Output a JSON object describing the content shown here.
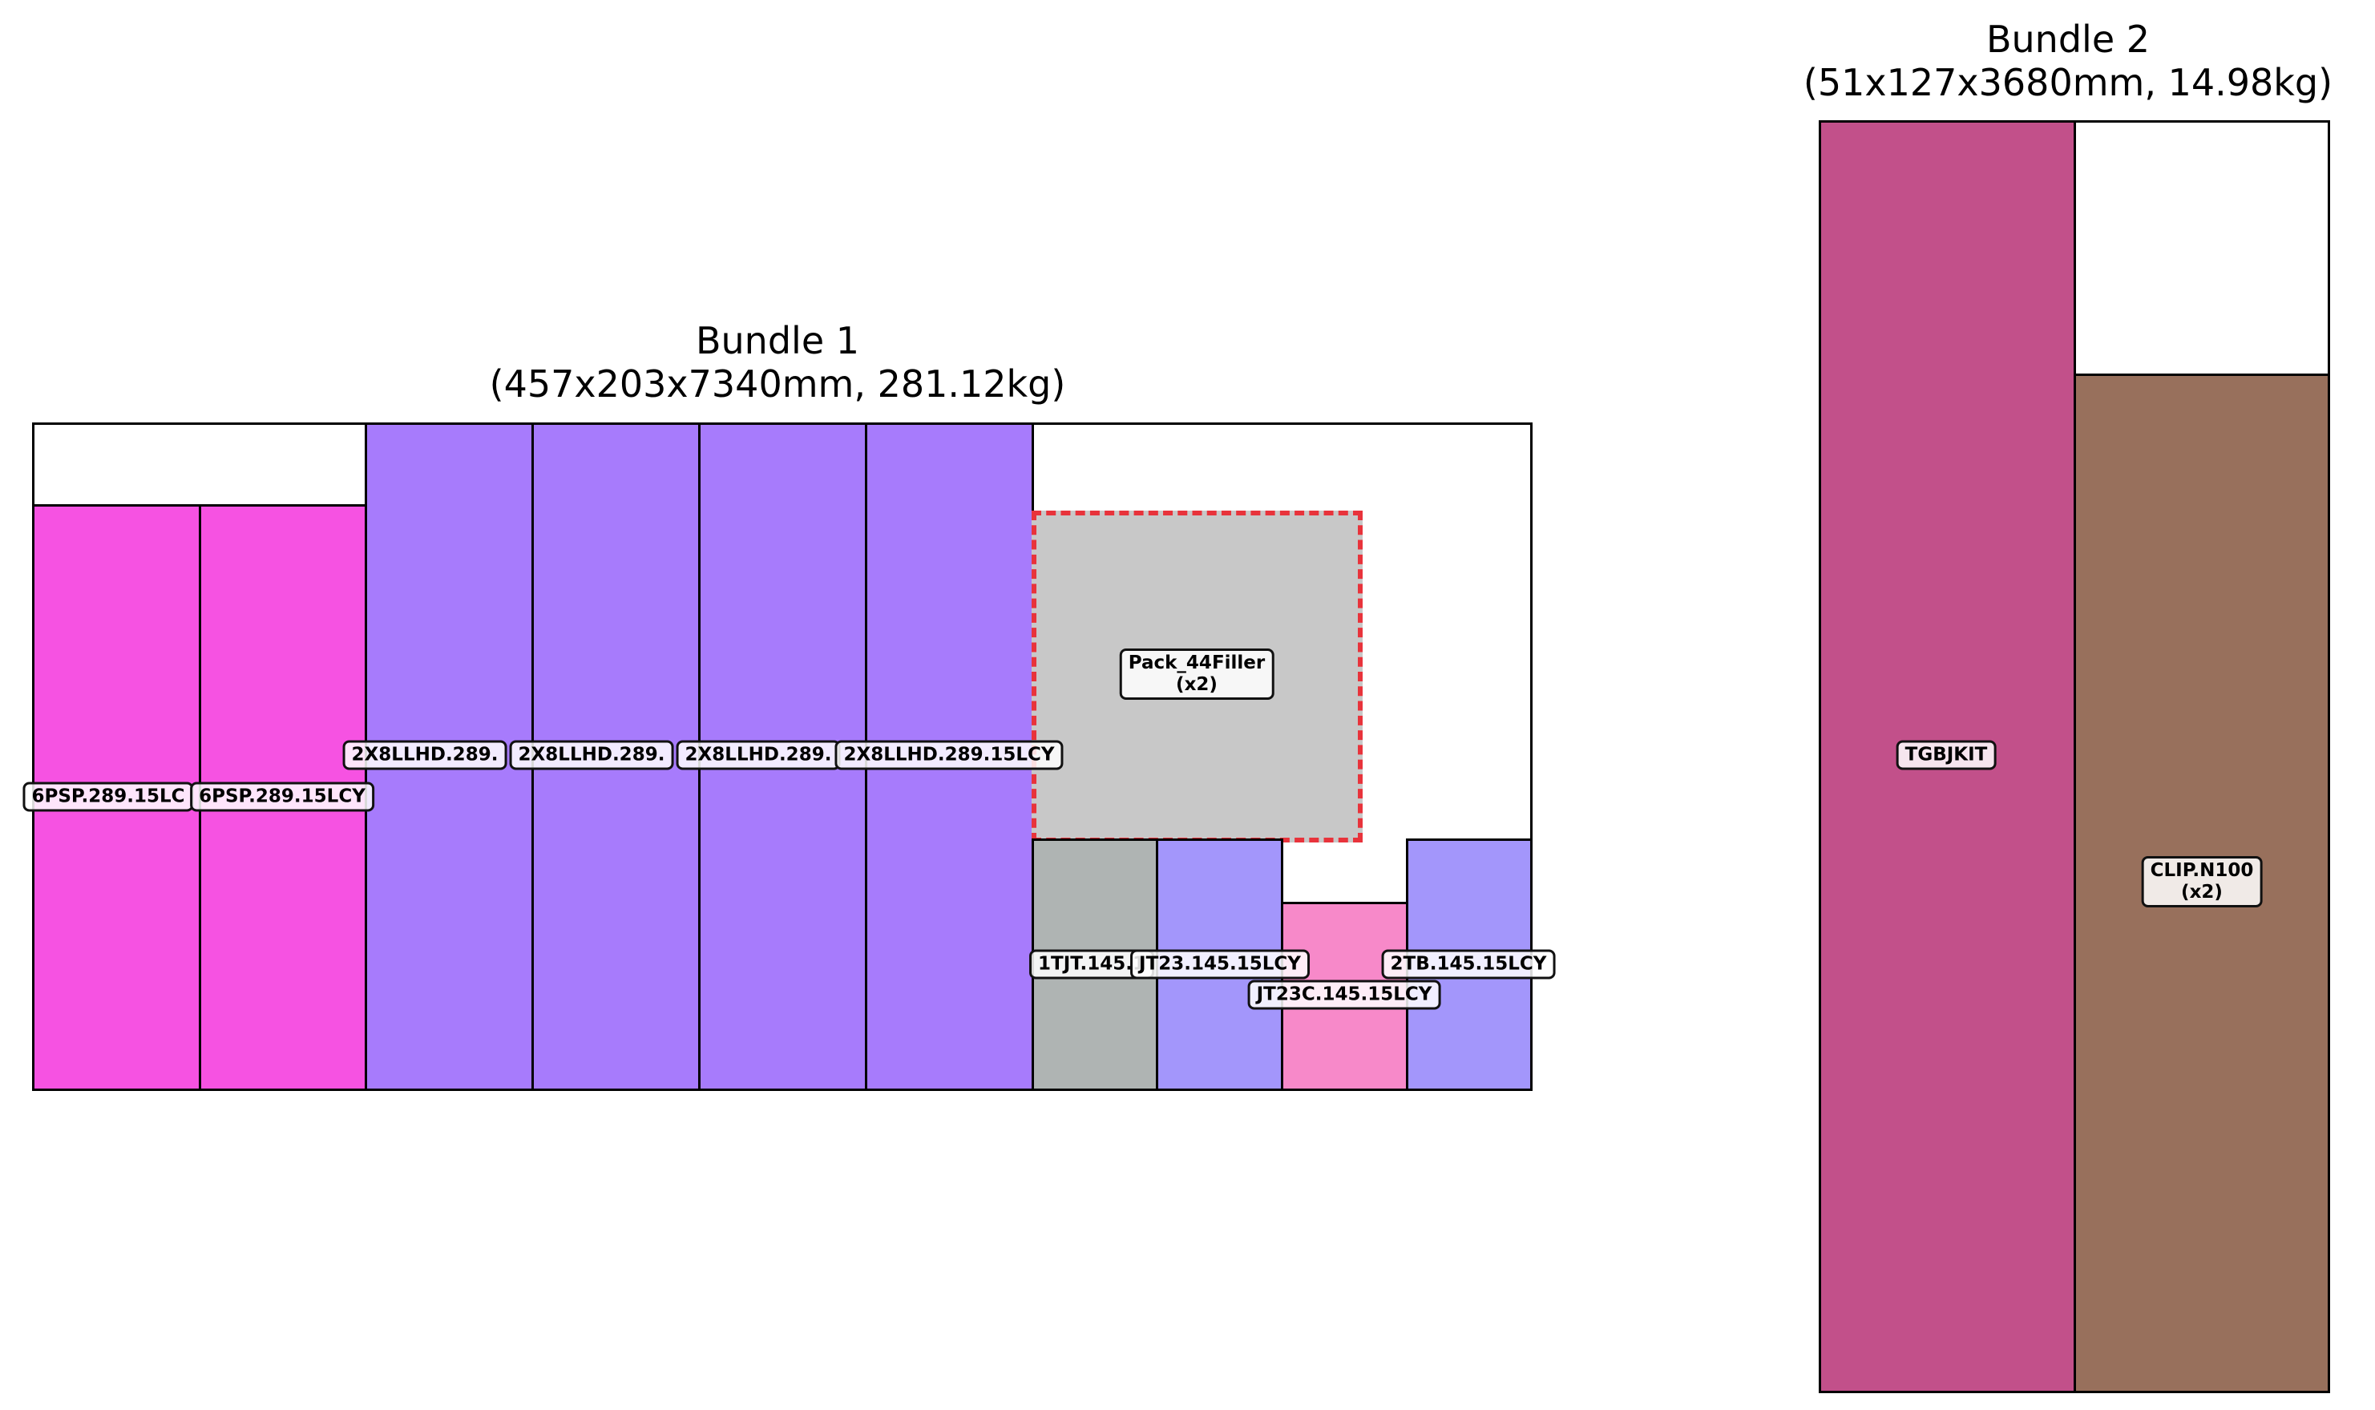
{
  "diagram": {
    "bundles": [
      {
        "title": "Bundle 1",
        "subtitle": "(457x203x7340mm, 281.12kg)"
      },
      {
        "title": "Bundle 2",
        "subtitle": "(51x127x3680mm, 14.98kg)"
      }
    ],
    "items": [
      {
        "label": "6PSP.289.15LC",
        "color": "#f652e2"
      },
      {
        "label": "6PSP.289.15LCY",
        "color": "#f652e2"
      },
      {
        "label": "2X8LLHD.289.",
        "color": "#a77bfc"
      },
      {
        "label": "2X8LLHD.289.",
        "color": "#a77bfc"
      },
      {
        "label": "2X8LLHD.289.",
        "color": "#a77bfc"
      },
      {
        "label": "2X8LLHD.289.15LCY",
        "color": "#a77bfc"
      },
      {
        "label": "Pack_44Filler",
        "qty": "(x2)",
        "color": "#c8c8c8"
      },
      {
        "label": "1TJT.145.1",
        "color": "#afb4b3"
      },
      {
        "label": "JT23.145.15LCY",
        "color": "#a396fb"
      },
      {
        "label": "JT23C.145.15LCY",
        "color": "#f789c9"
      },
      {
        "label": "2TB.145.15LCY",
        "color": "#a396fb"
      },
      {
        "label": "TGBJKIT",
        "color": "#c2508a"
      },
      {
        "label": "CLIP.N100",
        "qty": "(x2)",
        "color": "#98705c"
      }
    ],
    "filler_outline_color": "#e8333b"
  }
}
